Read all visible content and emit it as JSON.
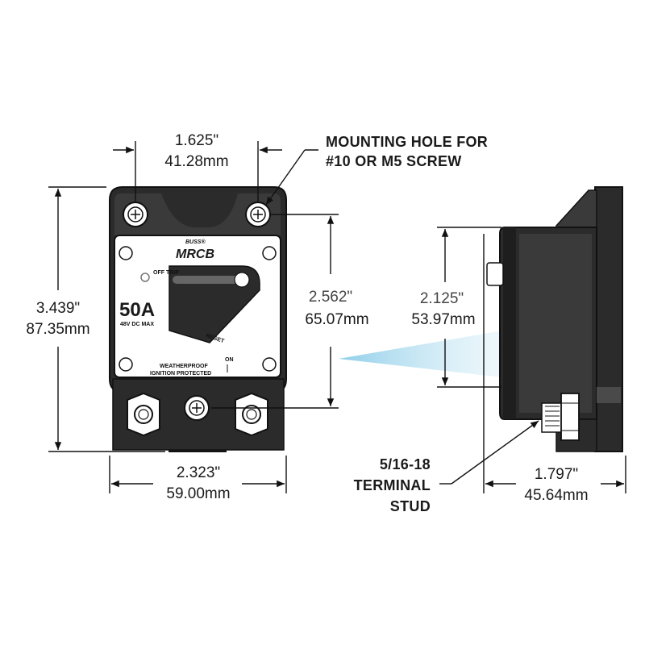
{
  "dimensions": {
    "top_width_in": "1.625\"",
    "top_width_mm": "41.28mm",
    "overall_height_in": "3.439\"",
    "overall_height_mm": "87.35mm",
    "hole_spacing_in": "2.562\"",
    "hole_spacing_mm": "65.07mm",
    "bottom_width_in": "2.323\"",
    "bottom_width_mm": "59.00mm",
    "side_height_in": "2.125\"",
    "side_height_mm": "53.97mm",
    "side_depth_in": "1.797\"",
    "side_depth_mm": "45.64mm"
  },
  "callouts": {
    "mounting_hole_line1": "MOUNTING HOLE FOR",
    "mounting_hole_line2": "#10 OR M5 SCREW",
    "terminal_line1": "5/16-18",
    "terminal_line2": "TERMINAL",
    "terminal_line3": "STUD"
  },
  "device_labels": {
    "brand": "BUSS®",
    "model": "MRCB",
    "rating": "50A",
    "voltage": "48V DC MAX",
    "env1": "WEATHERPROOF",
    "env2": "IGNITION PROTECTED",
    "off_trip": "OFF TRIP",
    "reset": "RESET",
    "on": "ON"
  },
  "colors": {
    "body": "#2b2b2b",
    "body_light": "#4a4a4a",
    "lines": "#111111",
    "accent_beam": "#7cc6e6"
  }
}
